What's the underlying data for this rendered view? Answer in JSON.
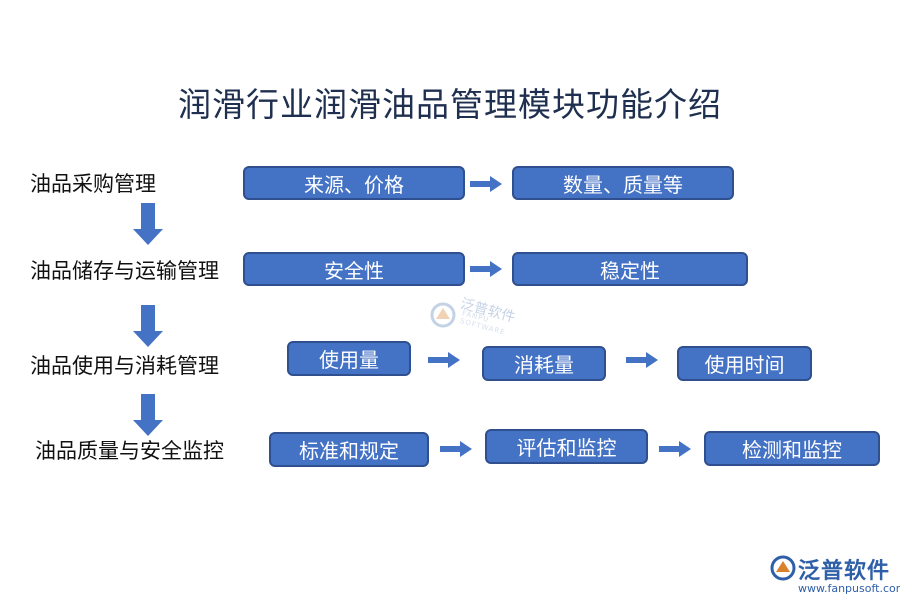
{
  "title": "润滑行业润滑油品管理模块功能介绍",
  "stages": [
    {
      "label": "油品采购管理",
      "items": [
        "来源、价格",
        "数量、质量等"
      ]
    },
    {
      "label": "油品储存与运输管理",
      "items": [
        "安全性",
        "稳定性"
      ]
    },
    {
      "label": "油品使用与消耗管理",
      "items": [
        "使用量",
        "消耗量",
        "使用时间"
      ]
    },
    {
      "label": "油品质量与安全监控",
      "items": [
        "标准和规定",
        "评估和监控",
        "检测和监控"
      ]
    }
  ],
  "watermark": {
    "brand": "泛普软件",
    "sub": "FANPU SOFTWARE"
  },
  "logo": {
    "brand": "泛普软件",
    "url": "www.fanpusoft.com"
  },
  "colors": {
    "box_fill": "#4472c4",
    "arrow": "#4472c4",
    "title": "#1f2f4f"
  }
}
